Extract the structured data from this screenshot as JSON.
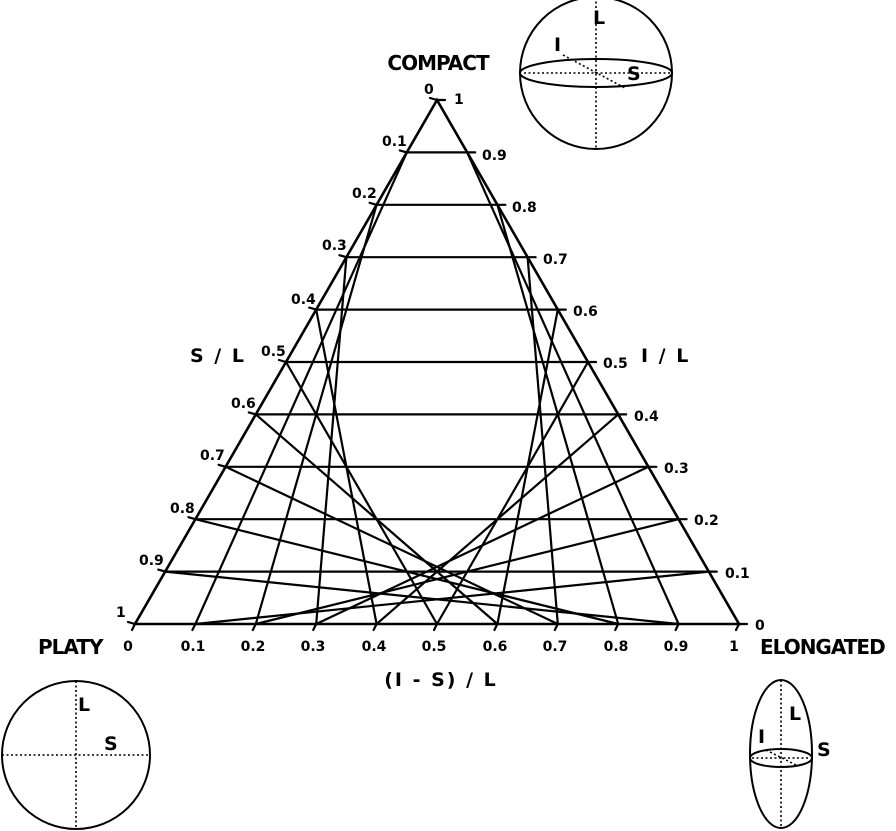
{
  "corners": {
    "top": "COMPACT",
    "left": "PLATY",
    "right": "ELONGATED"
  },
  "axes": {
    "left_title": "S / L",
    "right_title": "I / L",
    "bottom_title": "(I - S) / L"
  },
  "ticks": {
    "left": [
      "0",
      "0.1",
      "0.2",
      "0.3",
      "0.4",
      "0.5",
      "0.6",
      "0.7",
      "0.8",
      "0.9",
      "1"
    ],
    "right": [
      "1",
      "0.9",
      "0.8",
      "0.7",
      "0.6",
      "0.5",
      "0.4",
      "0.3",
      "0.2",
      "0.1",
      "0"
    ],
    "bottom": [
      "0",
      "0.1",
      "0.2",
      "0.3",
      "0.4",
      "0.5",
      "0.6",
      "0.7",
      "0.8",
      "0.9",
      "1"
    ]
  },
  "shape_glyphs": {
    "compact": {
      "labels": [
        "L",
        "I",
        "S"
      ]
    },
    "platy": {
      "labels": [
        "L",
        "S"
      ]
    },
    "elongated": {
      "labels": [
        "L",
        "I",
        "S"
      ]
    }
  }
}
